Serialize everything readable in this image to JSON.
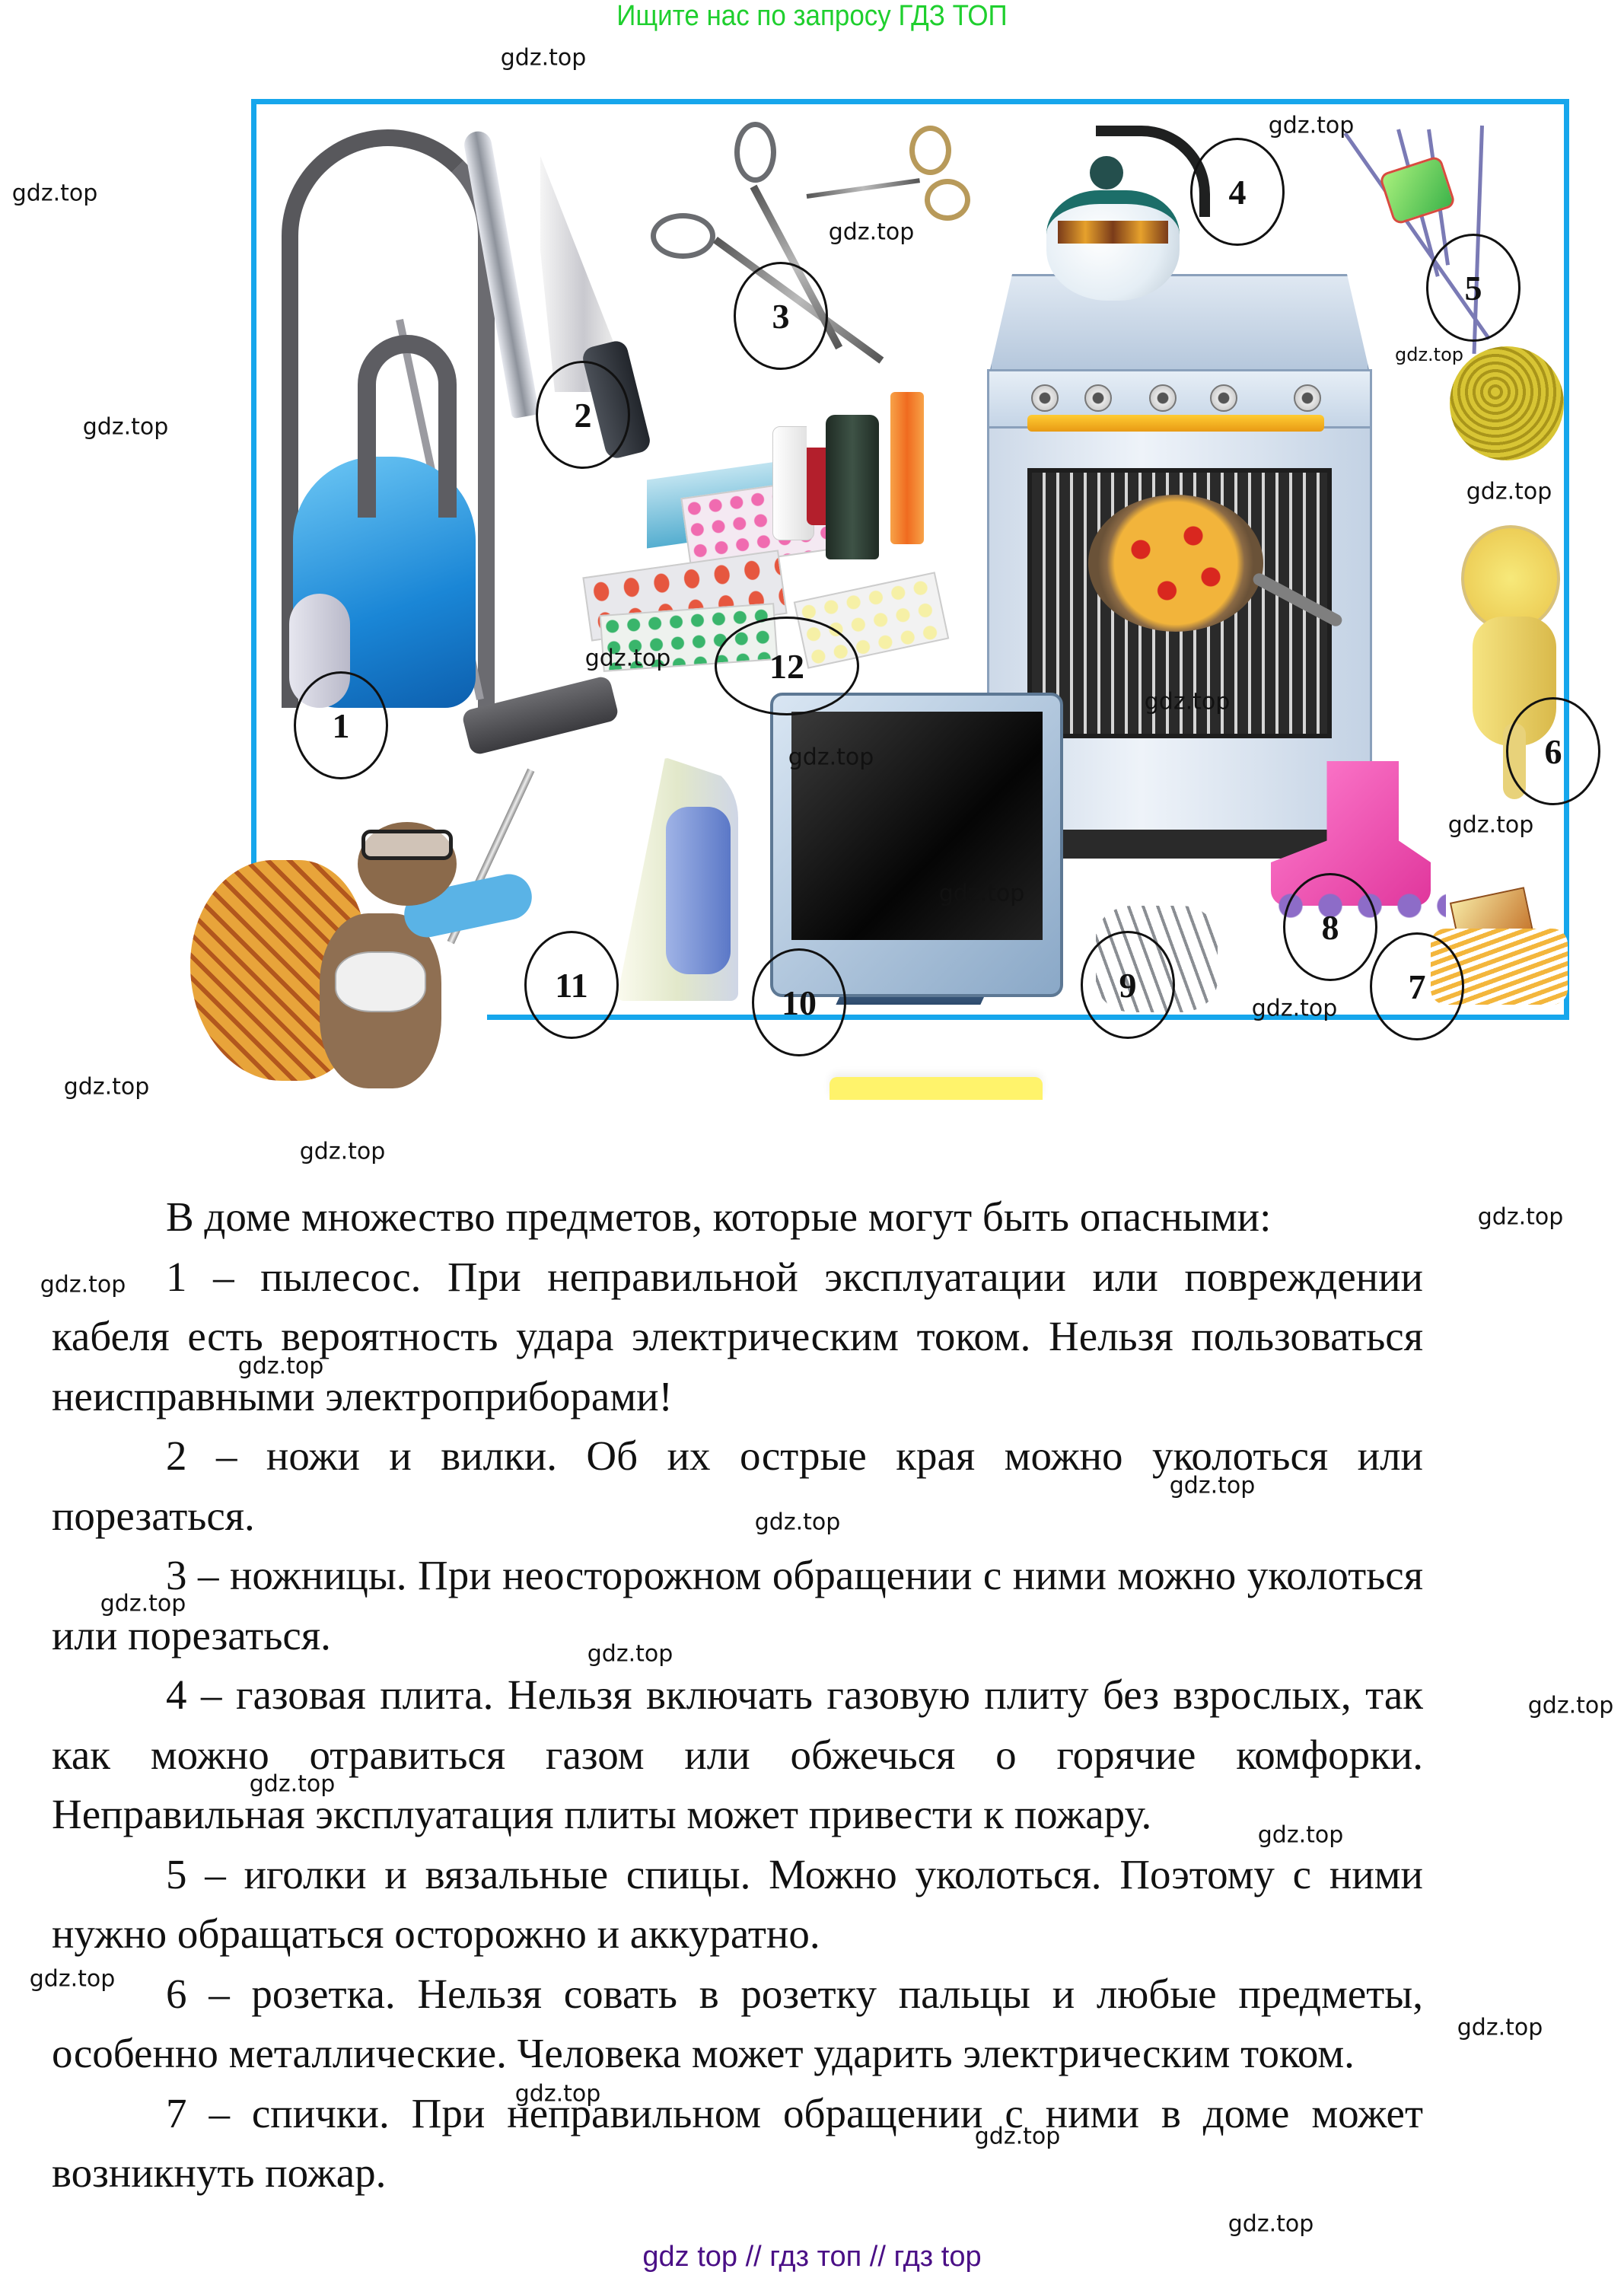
{
  "header": {
    "banner": "Ищите нас по запросу ГДЗ ТОП",
    "banner_color": "#1fcf2e"
  },
  "illustration": {
    "frame_color": "#16a6ec",
    "labels": [
      {
        "num": "1",
        "object": "пылесос"
      },
      {
        "num": "2",
        "object": "нож и вилка"
      },
      {
        "num": "3",
        "object": "ножницы"
      },
      {
        "num": "4",
        "object": "газовая плита"
      },
      {
        "num": "5",
        "object": "иголки и вязальные спицы"
      },
      {
        "num": "6",
        "object": "розетка"
      },
      {
        "num": "7",
        "object": "спички"
      },
      {
        "num": "8",
        "object": "ролики"
      },
      {
        "num": "9",
        "object": "гвозди"
      },
      {
        "num": "10",
        "object": "телевизор"
      },
      {
        "num": "11",
        "object": "утюг"
      },
      {
        "num": "12",
        "object": "лекарства"
      }
    ]
  },
  "watermark": "gdz.top",
  "body": {
    "intro": "В доме множество предметов, которые могут быть опасными:",
    "items": [
      "1 – пылесос. При неправильной эксплуатации или повреждении кабеля есть вероятность удара электрическим током. Нельзя пользоваться неисправными электроприборами!",
      "2 – ножи и вилки. Об их острые края можно уколоться или порезаться.",
      "3 – ножницы. При неосторожном обращении с ними можно уколоться или порезаться.",
      "4 – газовая плита. Нельзя включать газовую плиту без взрослых, так как можно отравиться газом или обжечься о горячие комфорки. Неправильная эксплуатация плиты может привести к пожару.",
      "5 – иголки и вязальные спицы. Можно уколоться. Поэтому с ними нужно обращаться осторожно и аккуратно.",
      "6 – розетка. Нельзя совать в розетку пальцы и любые предметы, особенно металлические. Человека может ударить электрическим током.",
      "7 – спички. При неправильном обращении с ними в доме может возникнуть пожар."
    ]
  },
  "footer": {
    "text": "gdz top  //  гдз топ  //  гдз top",
    "color": "#4a0f86"
  }
}
